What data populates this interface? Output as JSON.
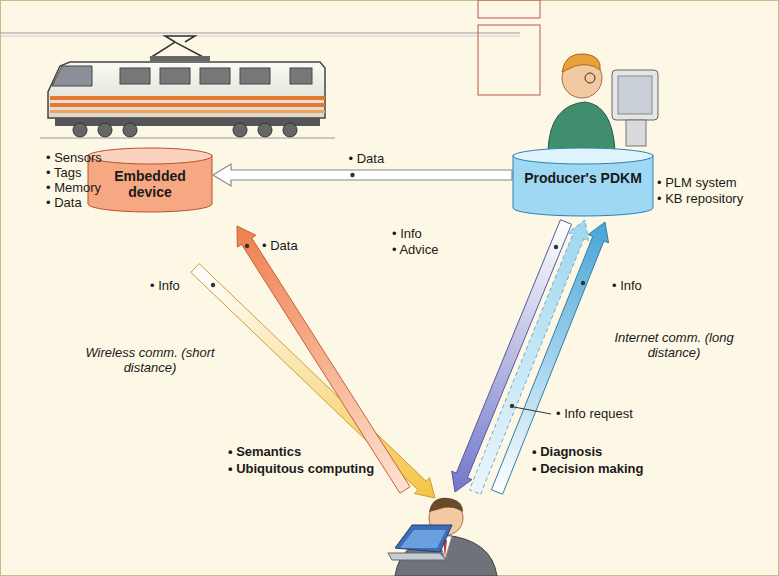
{
  "diagram": {
    "nodes": [
      {
        "text": [
          "Embedded device"
        ]
      },
      {
        "text": [
          "Producer's PDKM"
        ]
      }
    ],
    "edges": [
      {
        "from": 1,
        "to": 0,
        "arrow": "to",
        "label": "• Data"
      }
    ],
    "labels": [
      "• Sensors",
      "• Tags",
      "• Memory",
      "• Data",
      "• PLM system",
      "• KB repository",
      "• Info",
      "• Data",
      "Wireless comm. (short distance)",
      "• Info",
      "• Advice",
      "• Info",
      "Internet comm. (long distance)",
      "• Info request",
      "• Semantics",
      "• Ubiquitous computing",
      "• Diagnosis",
      "• Decision making"
    ]
  }
}
